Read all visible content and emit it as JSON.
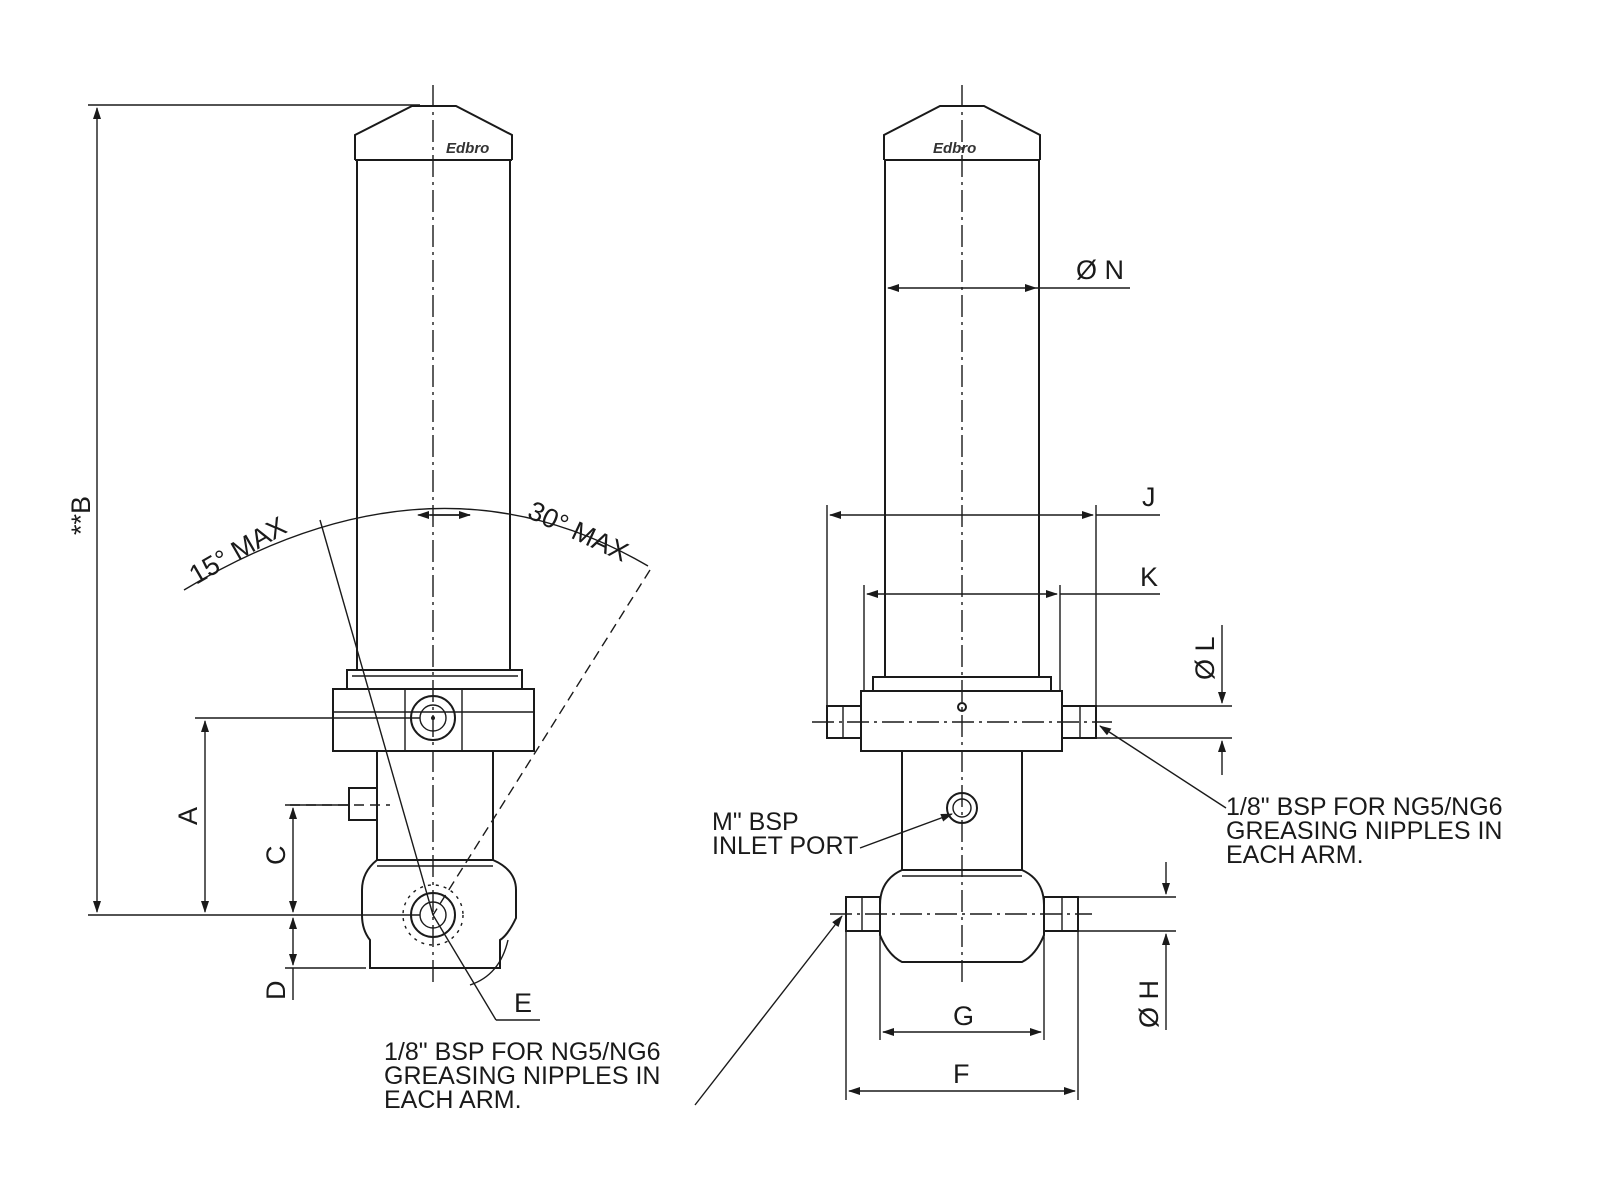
{
  "brand": "Edbro",
  "side_view": {
    "dim_B": "**B",
    "dim_A": "A",
    "dim_C": "C",
    "dim_D": "D",
    "dim_E": "E",
    "angle_left": "15° MAX",
    "angle_right": "30° MAX",
    "note_lines": [
      "1/8\" BSP FOR NG5/NG6",
      "GREASING NIPPLES IN",
      "EACH ARM."
    ]
  },
  "front_view": {
    "dim_N": "Ø N",
    "dim_J": "J",
    "dim_K": "K",
    "dim_L": "Ø L",
    "dim_G": "G",
    "dim_F": "F",
    "dim_H": "Ø H",
    "inlet_lines": [
      "M\" BSP",
      "INLET PORT"
    ],
    "note_lines": [
      "1/8\" BSP FOR NG5/NG6",
      "GREASING NIPPLES IN",
      "EACH ARM."
    ]
  }
}
